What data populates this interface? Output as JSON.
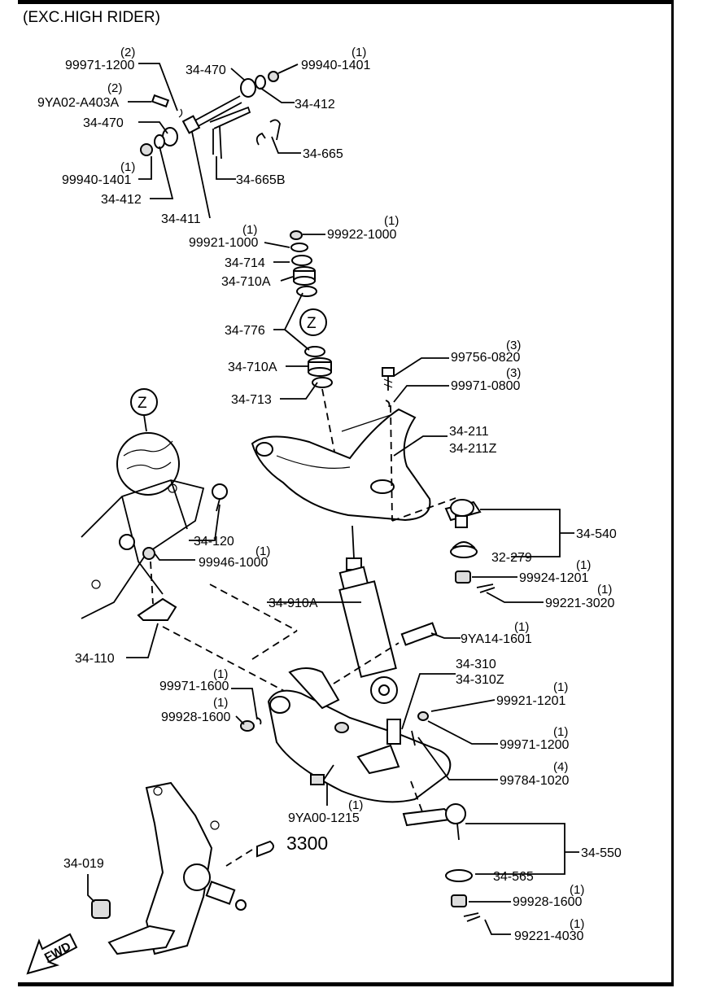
{
  "title": "(EXC.HIGH RIDER)",
  "view_marker": "Z",
  "fwd_label": "FWD",
  "reference": "3300",
  "labels": {
    "p99971_1200a": "99971-1200",
    "p9YA02": "9YA02-A403A",
    "p34_470a": "34-470",
    "p99940_1401a": "99940-1401",
    "p34_412a": "34-412",
    "p34_411": "34-411",
    "p34_470b": "34-470",
    "p99940_1401b": "99940-1401",
    "p34_412b": "34-412",
    "p34_665": "34-665",
    "p34_665B": "34-665B",
    "p99921_1000": "99921-1000",
    "p99922_1000": "99922-1000",
    "p34_714": "34-714",
    "p34_710A_a": "34-710A",
    "p34_776": "34-776",
    "p34_710A_b": "34-710A",
    "p34_713": "34-713",
    "p99756_0820": "99756-0820",
    "p99971_0800": "99971-0800",
    "p34_211": "34-211",
    "p34_211Z": "34-211Z",
    "p34_540": "34-540",
    "p32_279": "32-279",
    "p99924_1201": "99924-1201",
    "p99221_3020": "99221-3020",
    "p34_120": "34-120",
    "p99946_1000": "99946-1000",
    "p34_910A": "34-910A",
    "p9YA14_1601": "9YA14-1601",
    "p34_110": "34-110",
    "p34_310": "34-310",
    "p34_310Z": "34-310Z",
    "p99971_1600": "99971-1600",
    "p99928_1600a": "99928-1600",
    "p99921_1201": "99921-1201",
    "p99971_1200b": "99971-1200",
    "p99784_1020": "99784-1020",
    "p9YA00_1215": "9YA00-1215",
    "p34_550": "34-550",
    "p34_565": "34-565",
    "p99928_1600b": "99928-1600",
    "p99221_4030": "99221-4030",
    "p34_019": "34-019"
  },
  "quantities": {
    "q2": "(2)",
    "q1": "(1)",
    "q3": "(3)",
    "q4": "(4)"
  }
}
